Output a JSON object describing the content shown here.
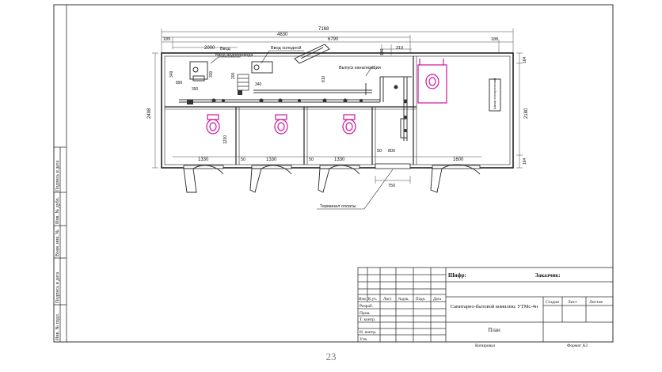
{
  "drawing": {
    "dims": {
      "overall": "7168",
      "d4830": "4830",
      "d6790": "6790",
      "d189": "189",
      "d188": "188",
      "d2000": "2000",
      "d2498": "2498",
      "d2180": "2180",
      "d164a": "164",
      "d164b": "164",
      "d310": "310",
      "d180": "180",
      "d349": "349",
      "d890": "890",
      "d330": "330",
      "d350": "350",
      "d200": "200",
      "d340": "340",
      "d810": "810",
      "d1230": "1230",
      "d1330a": "1330",
      "d1330b": "1330",
      "d1330c": "1330",
      "d50a": "50",
      "d50b": "50",
      "d50c": "50",
      "d800": "800",
      "d1600": "1600",
      "d750": "750"
    },
    "labels": {
      "water_in": "Ввод водопровода",
      "water_in_2": "Ввод холодной",
      "sewer_out": "Выпуск канализации",
      "heater": "Терминал оплаты",
      "panel": "Шкаф электрический"
    }
  },
  "title_block": {
    "cipher_label": "Шифр:",
    "customer_label": "Заказчик:",
    "project_title": "Санитарно-бытовой комплекс УТМс-4н",
    "sheet_name": "План",
    "col_headers": [
      "Изм.",
      "К.уч.",
      "Лист",
      "№док.",
      "Подп.",
      "Дата"
    ],
    "rows": [
      "Разраб.",
      "Пров.",
      "Т. контр.",
      "",
      "Н. контр.",
      "Утв."
    ],
    "stage_label": "Стадия",
    "sheet_label": "Лист",
    "sheets_label": "Листов",
    "copied": "Копировал",
    "format": "Формат А3"
  },
  "left_strip": [
    "Подпись и дата",
    "Инв. № дубл.",
    "Взам. инв. №",
    "Подпись и дата",
    "Инв. № подл."
  ],
  "page_number": "23"
}
